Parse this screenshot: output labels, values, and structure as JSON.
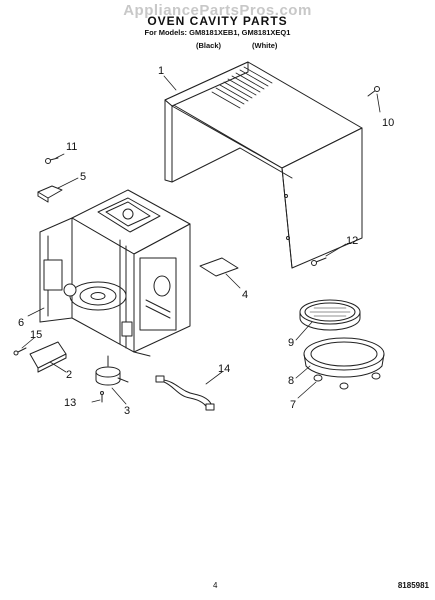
{
  "header": {
    "watermark": "AppliancePartsPros.com",
    "title": "OVEN CAVITY PARTS",
    "models": "For Models: GM8181XEB1, GM8181XEQ1",
    "color_black": "(Black)",
    "color_white": "(White)"
  },
  "callouts": [
    "1",
    "2",
    "3",
    "4",
    "5",
    "6",
    "7",
    "8",
    "9",
    "10",
    "11",
    "12",
    "13",
    "14",
    "15"
  ],
  "footer": {
    "page_number": "4",
    "document_number": "8185981"
  }
}
